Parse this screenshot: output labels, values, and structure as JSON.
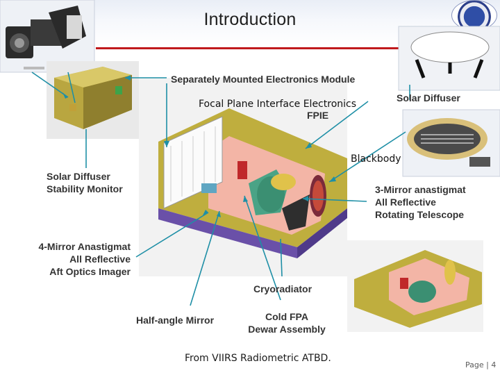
{
  "slide": {
    "title": "Introduction",
    "footer_text": "From VIIRS Radiometric ATBD.",
    "page_number": "Page | 4"
  },
  "labels": {
    "electronics_module": "Separately Mounted Electronics Module",
    "fpie_long": "Focal Plane Interface Electronics",
    "fpie_short": "FPIE",
    "solar_diffuser": "Solar Diffuser",
    "blackbody": "Blackbody",
    "sdsm_line1": "Solar Diffuser",
    "sdsm_line2": "Stability Monitor",
    "rta_line1": "3-Mirror anastigmat",
    "rta_line2": "All Reflective",
    "rta_line3": "Rotating Telescope",
    "aoi_line1": "4-Mirror Anastigmat",
    "aoi_line2": "All Reflective",
    "aoi_line3": "Aft Optics Imager",
    "cryoradiator": "Cryoradiator",
    "half_angle_mirror": "Half-angle Mirror",
    "cold_fpa_line1": "Cold FPA",
    "cold_fpa_line2": "Dewar Assembly"
  },
  "colors": {
    "accent_rule": "#c0191c",
    "leader_line": "#1e8fa6",
    "label_text": "#333333"
  }
}
